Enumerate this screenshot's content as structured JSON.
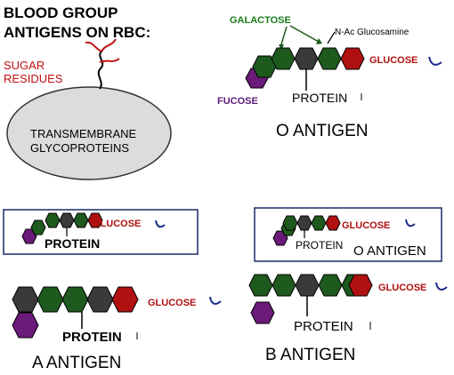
{
  "title_line1": "BLOOD GROUP",
  "title_line2": "ANTIGENS ON RBC:",
  "sugar_label_line1": "SUGAR",
  "sugar_label_line2": "RESIDUES",
  "cell_line1": "TRANSMEMBRANE",
  "cell_line2": "GLYCOPROTEINS",
  "o_main": {
    "galactose": "GALACTOSE",
    "nac": "N-Ac Glucosamine",
    "glucose": "GLUCOSE",
    "fucose": "FUCOSE",
    "protein": "PROTEIN",
    "caption": "O ANTIGEN"
  },
  "box_left": {
    "glucose": "GLUCOSE",
    "protein": "PROTEIN"
  },
  "box_right": {
    "glucose": "GLUCOSE",
    "protein": "PROTEIN",
    "caption": "O ANTIGEN"
  },
  "a_antigen": {
    "glucose": "GLUCOSE",
    "protein": "PROTEIN",
    "caption": "A  ANTIGEN"
  },
  "b_antigen": {
    "glucose": "GLUCOSE",
    "protein": "PROTEIN",
    "caption": "B  ANTIGEN"
  },
  "colors": {
    "green_sugar": "#1e5a1e",
    "gray_sugar": "#3a3a3a",
    "red_sugar": "#b01010",
    "purple_sugar": "#6a1a78",
    "glucose_text": "#b01010",
    "fucose_text": "#5a1a78",
    "galactose_text": "#1a7a1a",
    "sugar_residue_text": "#c01010",
    "cell_fill": "#dcdcdc",
    "link_blue": "#1a2a8a"
  }
}
